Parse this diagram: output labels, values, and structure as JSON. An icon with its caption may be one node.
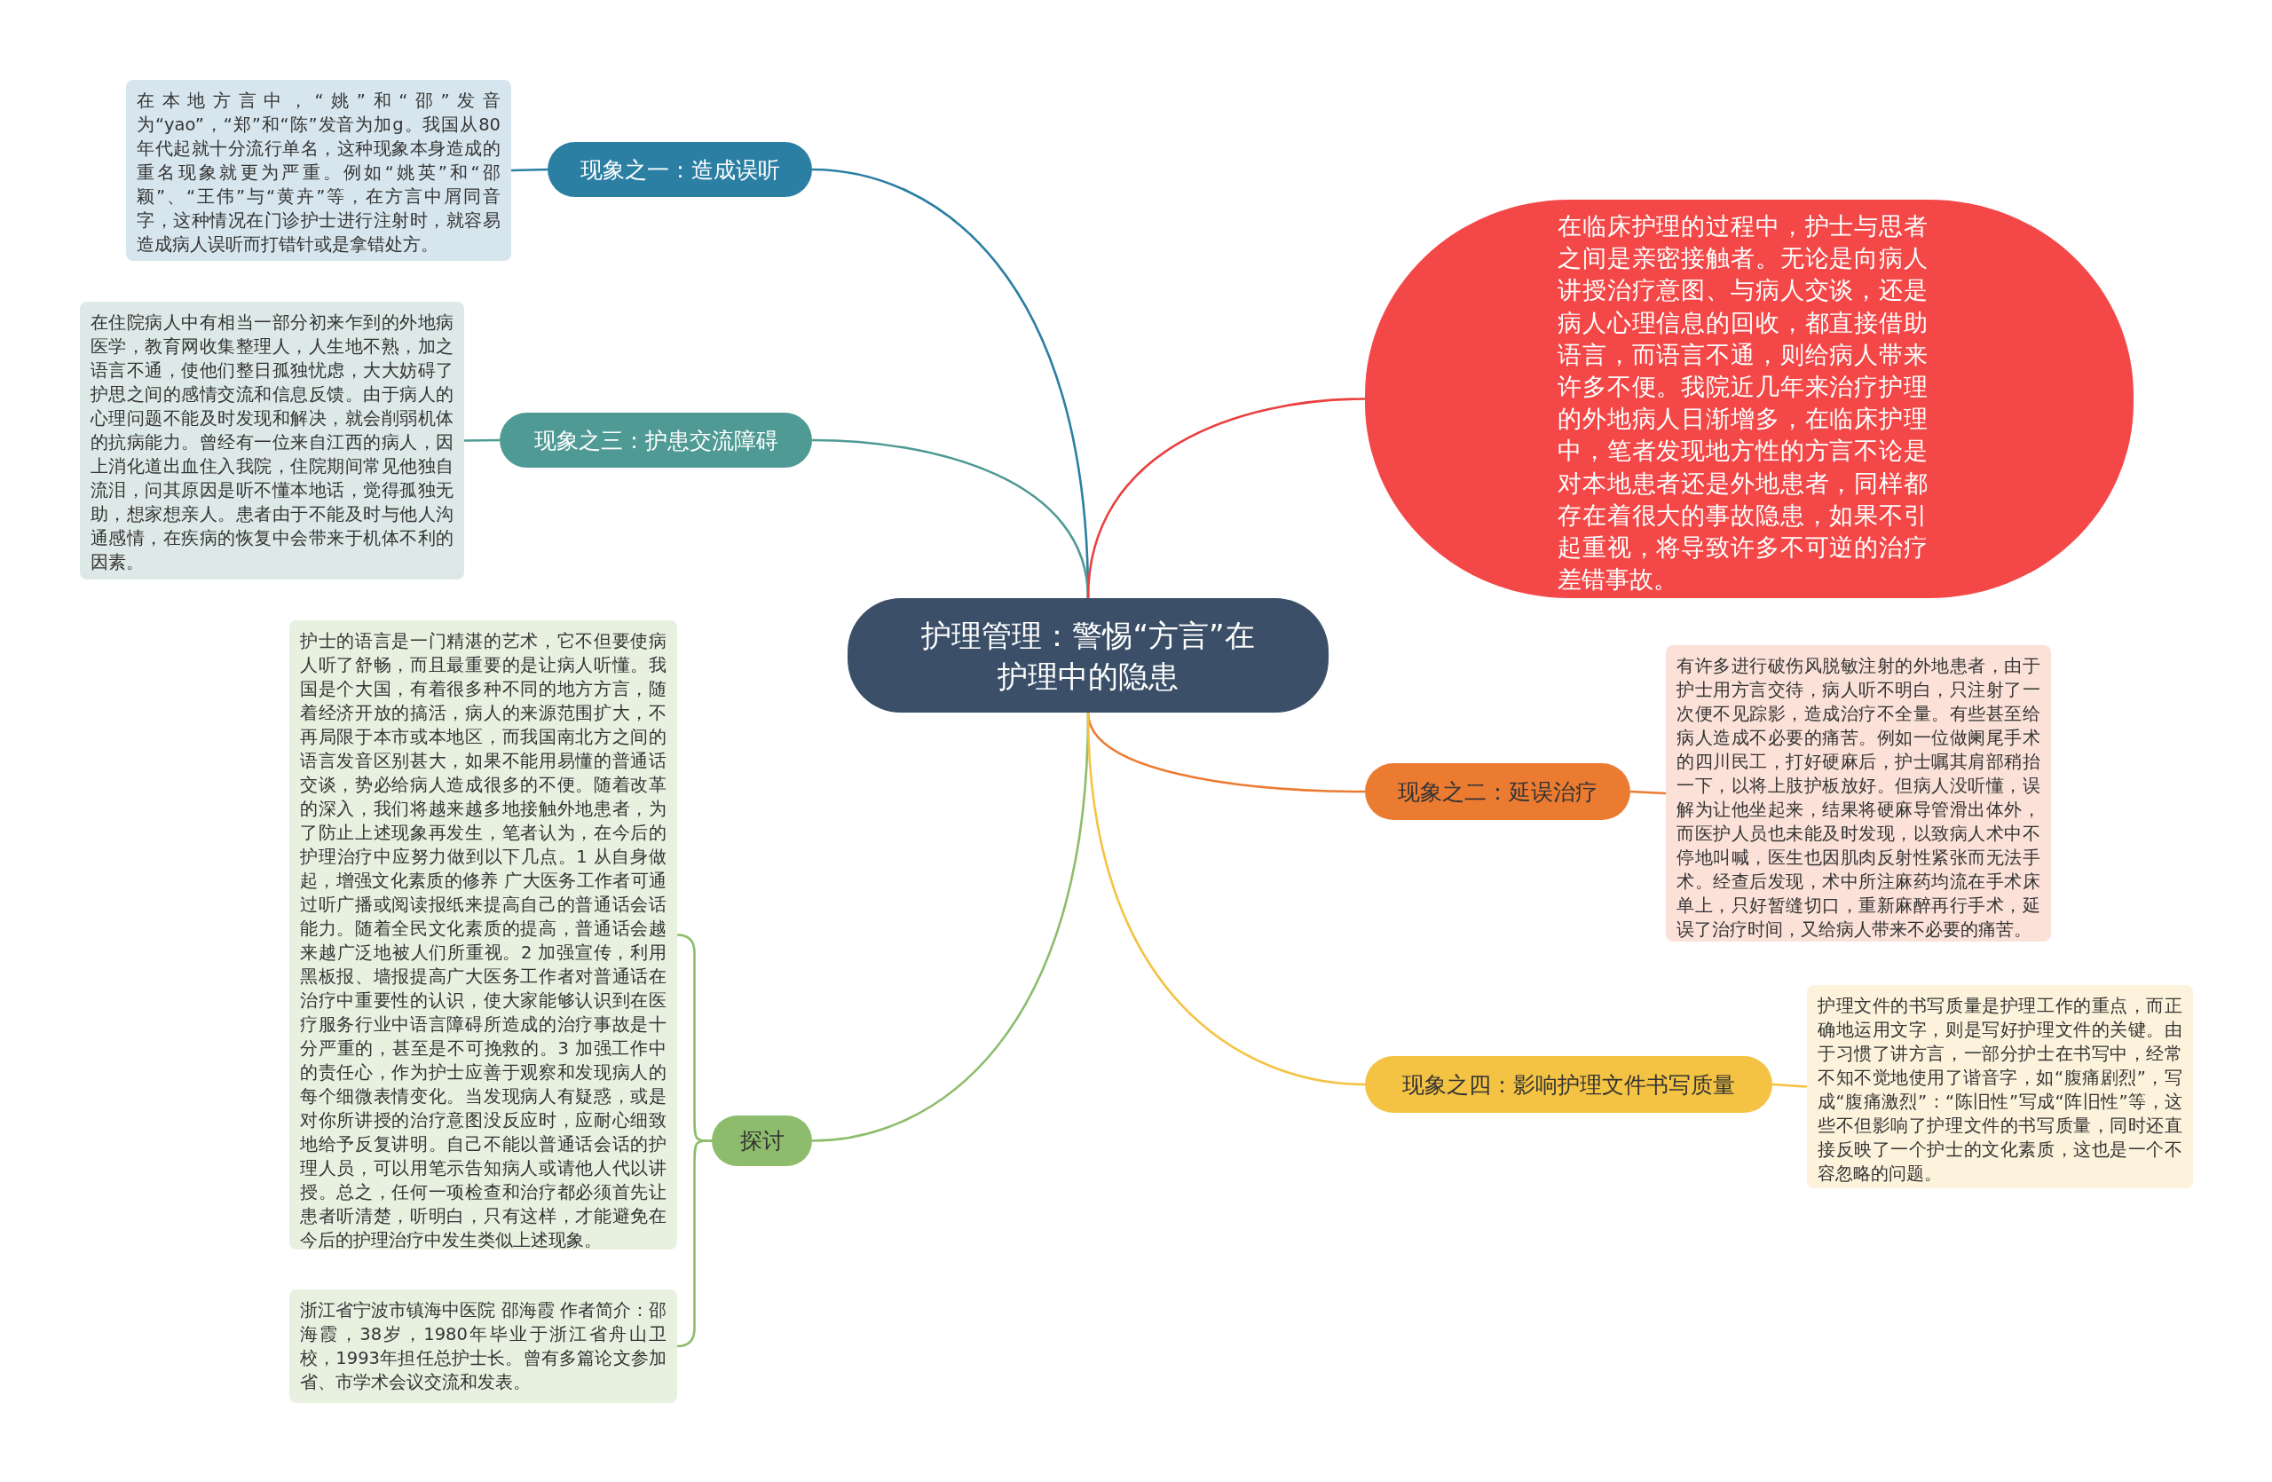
{
  "diagram": {
    "nodes": [
      {
        "text": [
          "护理管理：警惕“方言”在护理中的隐患"
        ]
      },
      {
        "text": [
          "现象之一：造成误听"
        ]
      },
      {
        "text": [
          "在本地方言中，“姚”和“邵”发音为“yao”，“郑”和“陈”发音为加g。我国从80年代起就十分流行单名，这种现象本身造成的重名现象就更为严重。例如“姚英”和“邵颖”、“王伟”与“黄卉”等，在方言中屑同音字，这种情况在门诊护士进行注射时，就容易造成病人误听而打错针或是拿错处方。"
        ]
      },
      {
        "text": [
          "现象之三：护患交流障碍"
        ]
      },
      {
        "text": [
          "在住院病人中有相当一部分初来乍到的外地病医学，教育网收集整理人，人生地不熟，加之语言不通，使他们整日孤独忧虑，大大妨碍了护思之间的感情交流和信息反馈。由于病人的心理问题不能及时发现和解决，就会削弱机体的抗病能力。曾经有一位来自江西的病人，因上消化道出血住入我院，住院期间常见他独自流泪，问其原因是听不懂本地话，觉得孤独无助，想家想亲人。患者由于不能及时与他人沟通感情，在疾病的恢复中会带来于机体不利的因素。"
        ]
      },
      {
        "text": [
          "探讨"
        ]
      },
      {
        "text": [
          "护士的语言是一门精湛的艺术，它不但要使病人听了舒畅，而且最重要的是让病人听懂。我国是个大国，有着很多种不同的地方方言，随着经济开放的搞活，病人的来源范围扩大，不再局限于本市或本地区，而我国南北方之间的语言发音区别甚大，如果不能用易懂的普通话交谈，势必给病人造成很多的不便。随着改革的深入，我们将越来越多地接触外地患者，为了防止上述现象再发生，笔者认为，在今后的护理治疗中应努力做到以下几点。1 从自身做起，增强文化素质的修养 广大医务工作者可通过听广播或阅读报纸来提高自己的普通话会话能力。随着全民文化素质的提高，普通话会越来越广泛地被人们所重视。2 加强宣传，利用黑板报、墙报提高广大医务工作者对普通话在治疗中重要性的认识，使大家能够认识到在医疗服务行业中语言障碍所造成的治疗事故是十分严重的，甚至是不可挽救的。3 加强工作中的责任心，作为护士应善于观察和发现病人的每个细微表情变化。当发现病人有疑惑，或是对你所讲授的治疗意图没反应时，应耐心细致地给予反复讲明。自己不能以普通话会话的护理人员，可以用笔示告知病人或请他人代以讲授。总之，任何一项检查和治疗都必须首先让患者听清楚，听明白，只有这样，才能避免在今后的护理治疗中发生类似上述现象。"
        ]
      },
      {
        "text": [
          "浙江省宁波市镇海中医院 邵海霞 作者简介：邵海霞，38岁，1980年毕业于浙江省舟山卫校，1993年担任总护士长。曾有多篇论文参加省、市学术会议交流和发表。"
        ]
      },
      {
        "text": [
          "在临床护理的过程中，护士与思者之间是亲密接触者。无论是向病人讲授治疗意图、与病人交谈，还是病人心理信息的回收，都直接借助语言，而语言不通，则给病人带来许多不便。我院近几年来治疗护理的外地病人日渐增多，在临床护理中，笔者发现地方性的方言不论是对本地患者还是外地患者，同样都存在着很大的事故隐患，如果不引起重视，将导致许多不可逆的治疗差错事故。"
        ]
      },
      {
        "text": [
          "现象之二：延误治疗"
        ]
      },
      {
        "text": [
          "有许多进行破伤风脱敏注射的外地患者，由于护士用方言交待，病人听不明白，只注射了一次便不见踪影，造成治疗不全量。有些甚至给病人造成不必要的痛苦。例如一位做阑尾手术的四川民工，打好硬麻后，护士嘱其肩部稍抬一下，以将上肢护板放好。但病人没听懂，误解为让他坐起来，结果将硬麻导管滑出体外，而医护人员也未能及时发现，以致病人术中不停地叫喊，医生也因肌肉反射性紧张而无法手术。经查后发现，术中所注麻药均流在手术床单上，只好暂缝切口，重新麻醉再行手术，延误了治疗时间，又给病人带来不必要的痛苦。"
        ]
      },
      {
        "text": [
          "现象之四：影响护理文件书写质量"
        ]
      },
      {
        "text": [
          "护理文件的书写质量是护理工作的重点，而正确地运用文字，则是写好护理文件的关键。由于习惯了讲方言，一部分护士在书写中，经常不知不觉地使用了谐音字，如“腹痛剧烈”，写成“腹痛激烈”：“陈旧性”写成“阵旧性”等，这些不但影响了护理文件的书写质量，同时还直接反映了一个护士的文化素质，这也是一个不容忽略的问题。"
        ]
      }
    ],
    "edges": [
      {
        "from": 0,
        "to": 1,
        "arrow": "none",
        "color": "#2b7fa3"
      },
      {
        "from": 1,
        "to": 2,
        "arrow": "none",
        "color": "#2b7fa3"
      },
      {
        "from": 0,
        "to": 3,
        "arrow": "none",
        "color": "#4f9a94"
      },
      {
        "from": 3,
        "to": 4,
        "arrow": "none",
        "color": "#4f9a94"
      },
      {
        "from": 0,
        "to": 5,
        "arrow": "none",
        "color": "#8dbd6c"
      },
      {
        "from": 5,
        "to": 6,
        "arrow": "none",
        "color": "#8dbd6c"
      },
      {
        "from": 5,
        "to": 7,
        "arrow": "none",
        "color": "#8dbd6c"
      },
      {
        "from": 0,
        "to": 8,
        "arrow": "none",
        "color": "#e94040"
      },
      {
        "from": 0,
        "to": 9,
        "arrow": "none",
        "color": "#ec7b32"
      },
      {
        "from": 9,
        "to": 10,
        "arrow": "none",
        "color": "#ec7b32"
      },
      {
        "from": 0,
        "to": 11,
        "arrow": "none",
        "color": "#f4c343"
      },
      {
        "from": 11,
        "to": 12,
        "arrow": "none",
        "color": "#f4c343"
      }
    ]
  }
}
